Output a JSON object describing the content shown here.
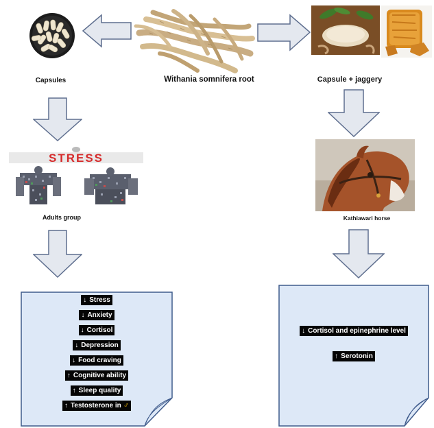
{
  "labels": {
    "root": "Withania somnifera root",
    "capsules": "Capsules",
    "capsule_jaggery": "Capsule + jaggery",
    "adults_group": "Adults group",
    "horse": "Kathiawari horse"
  },
  "stress_banner": "STRESS",
  "left_effects": [
    {
      "sym": "↓",
      "text": "Stress"
    },
    {
      "sym": "↓",
      "text": "Anxiety"
    },
    {
      "sym": "↓",
      "text": "Cortisol"
    },
    {
      "sym": "↓",
      "text": "Depression"
    },
    {
      "sym": "↓",
      "text": "Food craving"
    },
    {
      "sym": "↑",
      "text": "Cognitive ability"
    },
    {
      "sym": "↑",
      "text": "Sleep quality"
    },
    {
      "sym": "↑",
      "text": "Testosterone in",
      "suffix": "♂"
    }
  ],
  "right_effects": [
    {
      "sym": "↓",
      "text": "Cortisol and epinephrine level"
    },
    {
      "sym": "↑",
      "text": "Serotonin"
    }
  ],
  "colors": {
    "arrow_fill": "#e4e8ef",
    "arrow_stroke": "#5f6f8f",
    "note_fill": "#dde8f7",
    "note_stroke": "#3f5b8c",
    "stress_red": "#d62b2b"
  }
}
